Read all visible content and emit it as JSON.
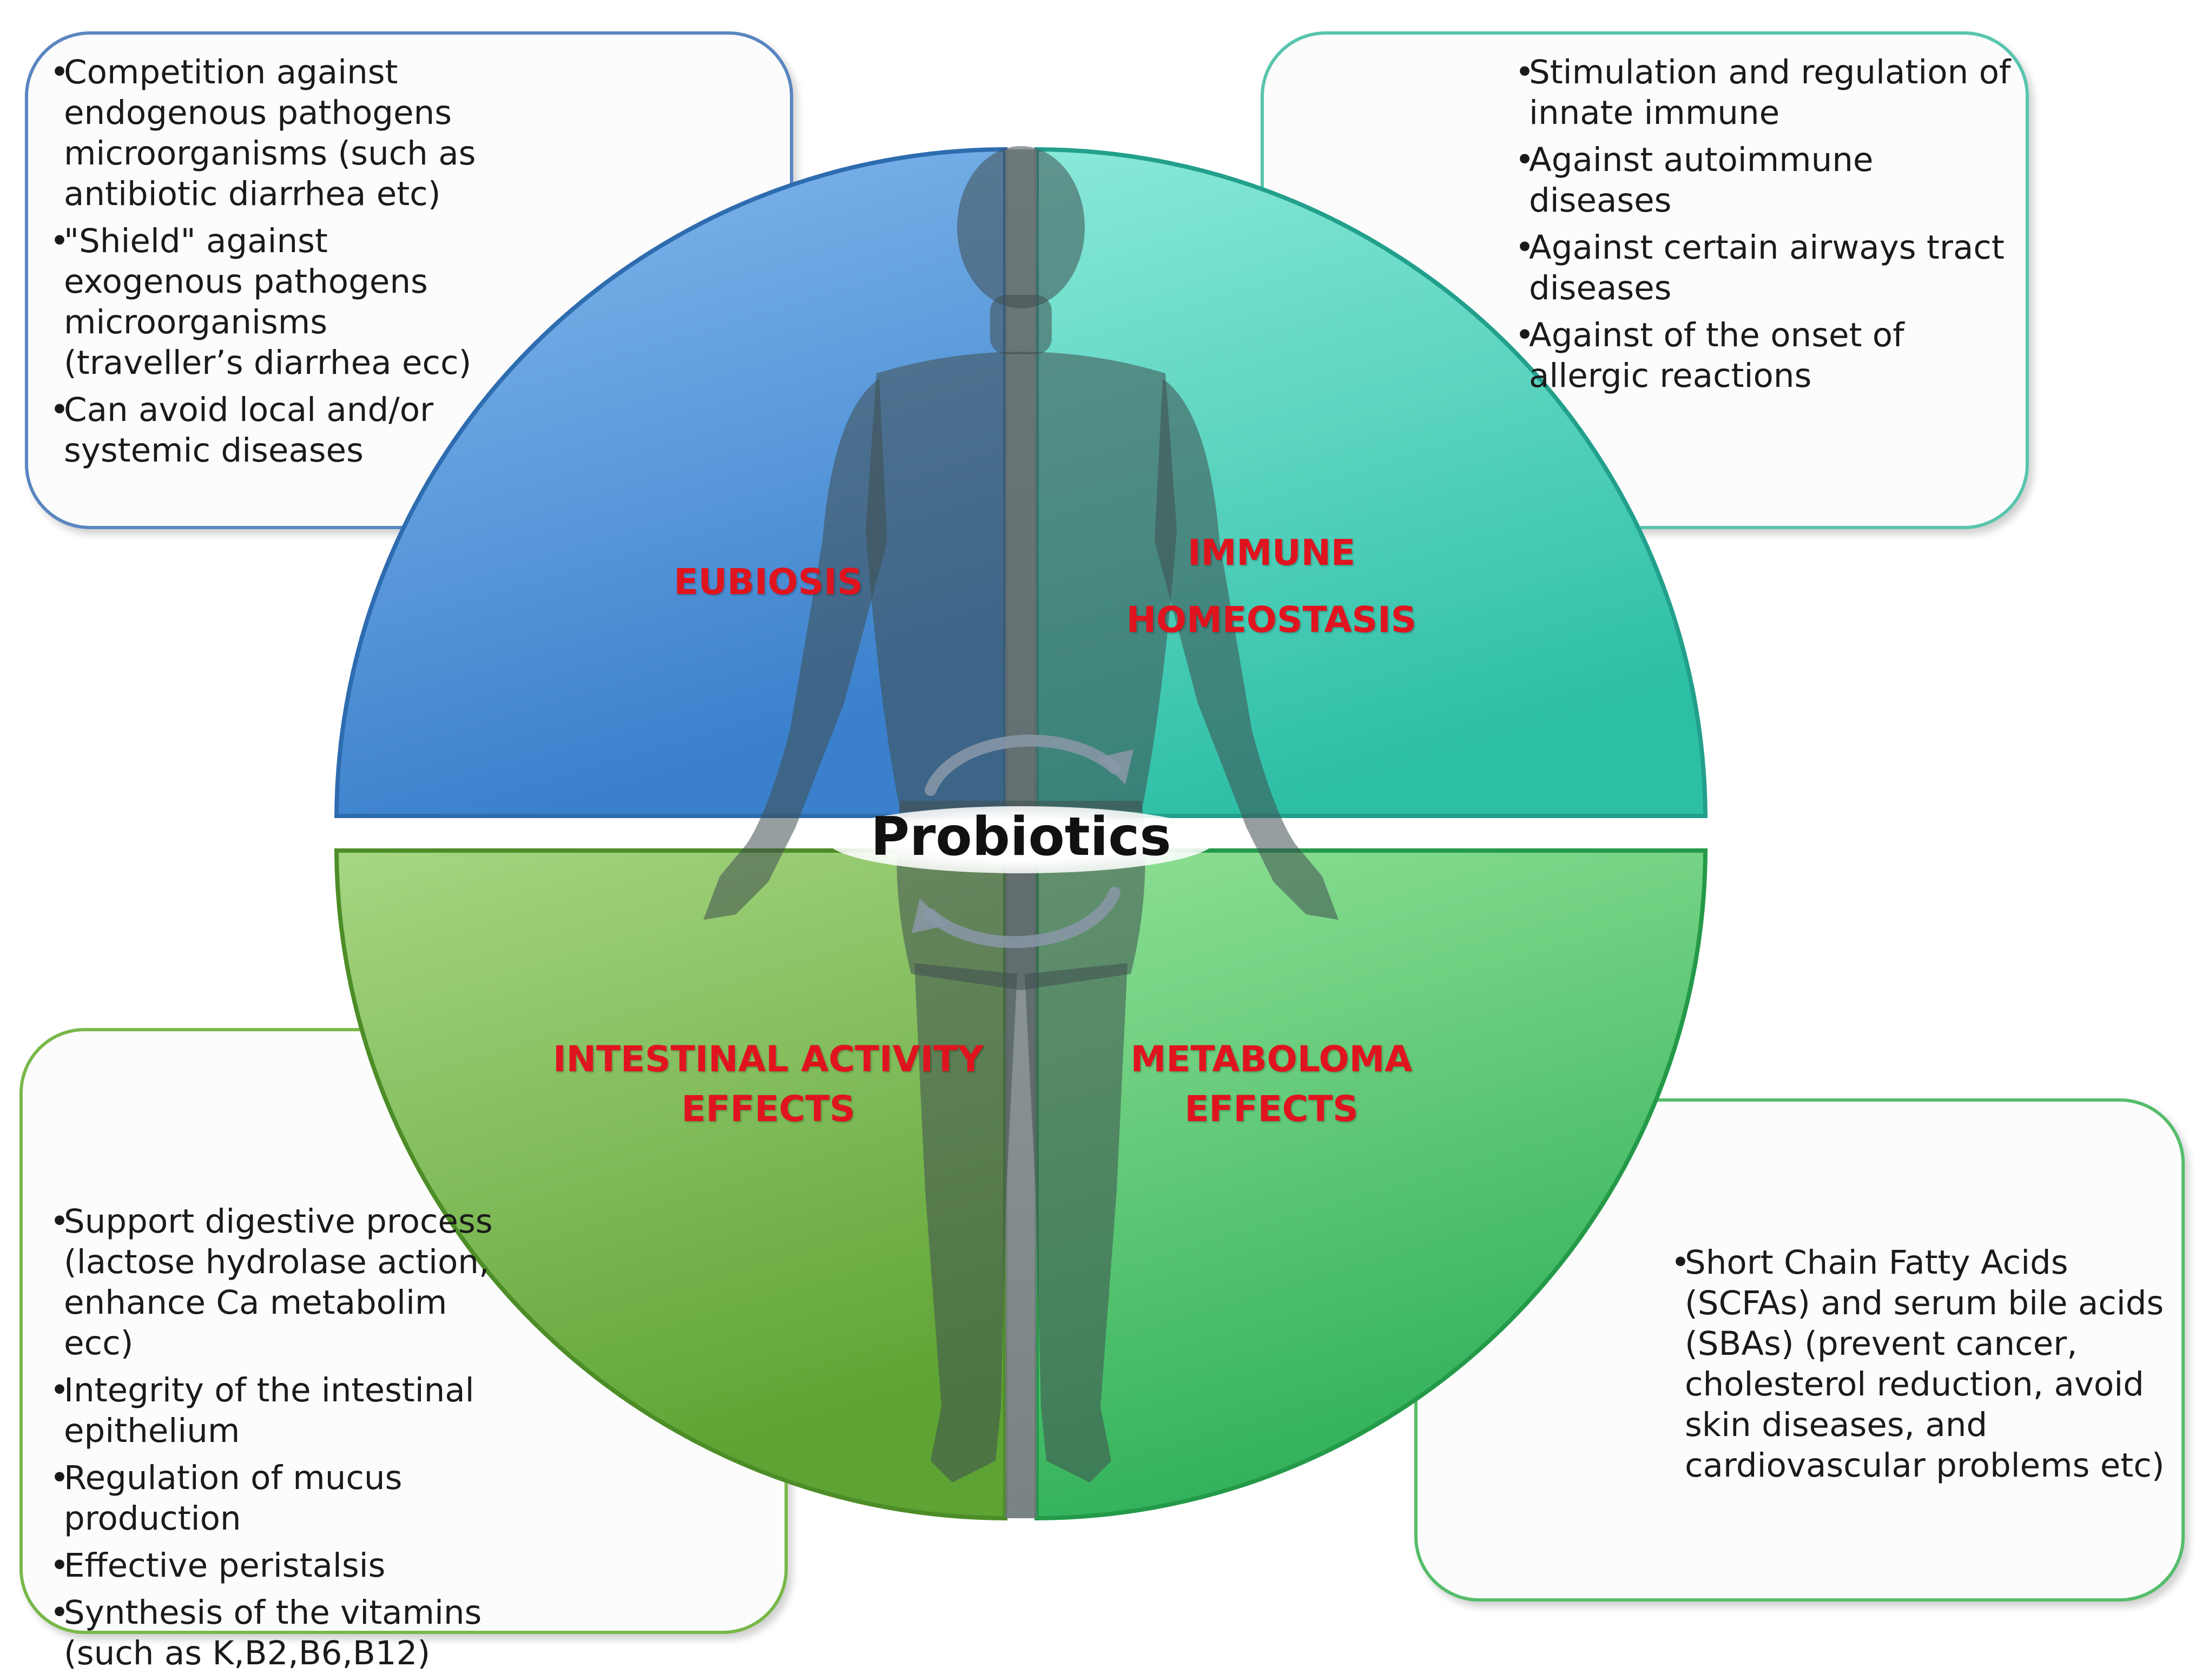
{
  "center": {
    "label": "Probiotics"
  },
  "quadrants": {
    "top_left": {
      "label_lines": [
        "EUBIOSIS"
      ],
      "color_light": "#7db3ea",
      "color_dark": "#3a80cc",
      "bullets": [
        "Competition against endogenous pathogens microorganisms (such as antibiotic diarrhea etc)",
        "\"Shield\" against exogenous pathogens microorganisms (traveller’s diarrhea ecc)",
        "Can avoid local and/or systemic diseases"
      ]
    },
    "top_right": {
      "label_lines": [
        "IMMUNE",
        "HOMEOSTASIS"
      ],
      "color_light": "#82e6d6",
      "color_dark": "#2dbfa6",
      "bullets": [
        "Stimulation and regulation of innate immune",
        "Against autoimmune  diseases",
        "Against certain airways tract diseases",
        "Against of the onset of allergic reactions"
      ]
    },
    "bottom_left": {
      "label_lines": [
        "INTESTINAL ACTIVITY",
        "EFFECTS"
      ],
      "color_light": "#9ed27a",
      "color_dark": "#5fa834",
      "bullets": [
        "Support digestive process (lactose hydrolase action, enhance Ca metabolim ecc)",
        "Integrity of the intestinal epithelium",
        "Regulation of mucus production",
        "Effective peristalsis",
        "Synthesis of the vitamins (such as  K,B2,B6,B12)"
      ]
    },
    "bottom_right": {
      "label_lines": [
        "METABOLOMA",
        "EFFECTS"
      ],
      "color_light": "#88dd8e",
      "color_dark": "#2fb45a",
      "bullets": [
        "Short Chain Fatty Acids (SCFAs) and serum bile acids (SBAs) (prevent cancer, cholesterol reduction, avoid skin diseases, and cardiovascular problems etc)"
      ]
    }
  },
  "colors": {
    "label_red": "#e0141e",
    "figure": "#4a5a5a"
  }
}
